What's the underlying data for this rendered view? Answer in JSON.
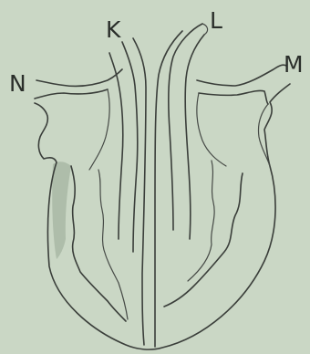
{
  "diagram": {
    "labels": {
      "K": "K",
      "L": "L",
      "M": "M",
      "N": "N"
    },
    "colors": {
      "background": "#cad7c5",
      "line": "#3a3e3a",
      "shading": "#aebdaa"
    }
  }
}
